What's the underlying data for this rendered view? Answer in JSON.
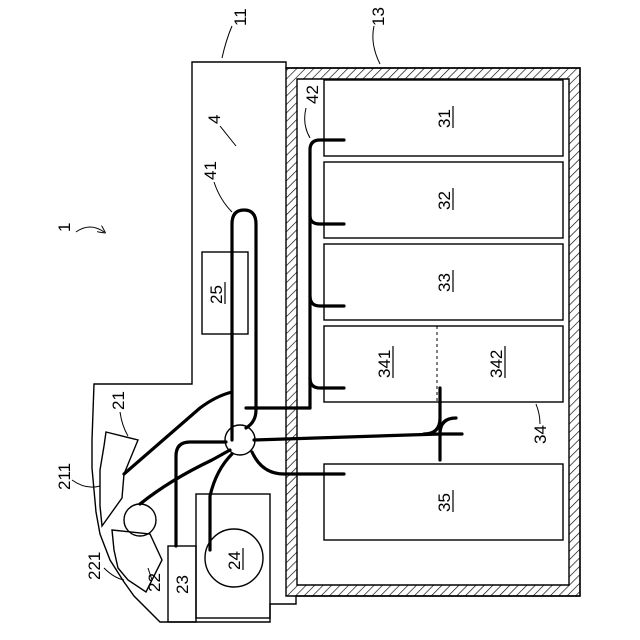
{
  "labels": {
    "apparatus": "1",
    "housing": "11",
    "enclosure": "13",
    "conveyance": "4",
    "path_main": "41",
    "path_branch": "42",
    "feeder": "21",
    "feeder_sub": "211",
    "unit_22": "22",
    "unit_22_sub": "221",
    "unit_23": "23",
    "unit_24": "24",
    "unit_25": "25",
    "tray_31": "31",
    "tray_32": "32",
    "tray_33": "33",
    "tray_341": "341",
    "tray_342": "342",
    "tray_34": "34",
    "tray_35": "35"
  }
}
